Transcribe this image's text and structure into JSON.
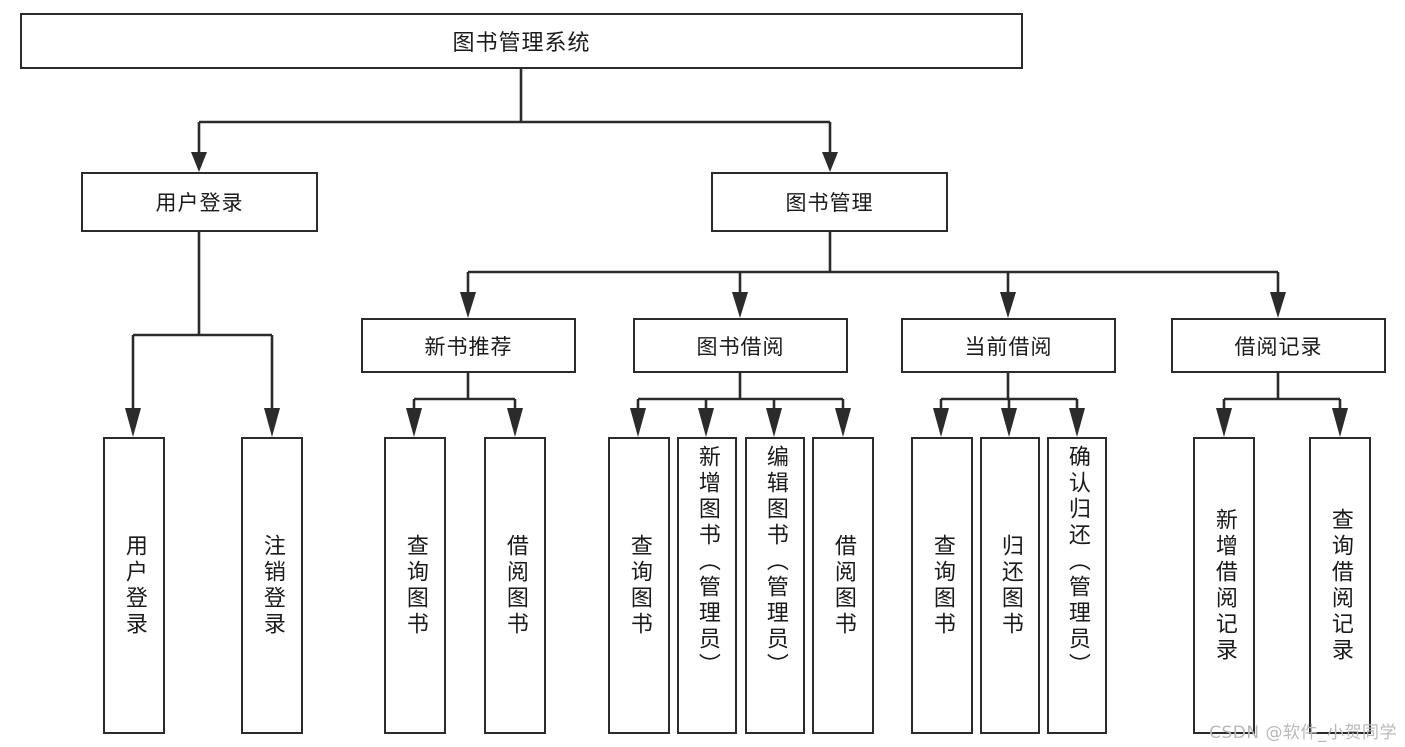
{
  "diagram": {
    "title": "图书管理系统",
    "type": "tree",
    "orientation": "top-down",
    "colors": {
      "stroke": "#2b2b2b",
      "box_fill": "#ffffff",
      "text": "#1a1a1a",
      "background": "#ffffff",
      "watermark": "#b9b9b9"
    }
  },
  "root": {
    "label": "图书管理系统"
  },
  "level1": [
    {
      "id": "user-login",
      "label": "用户登录"
    },
    {
      "id": "book-management",
      "label": "图书管理"
    }
  ],
  "level2": [
    {
      "id": "new-book-recommend",
      "label": "新书推荐",
      "parent": "book-management"
    },
    {
      "id": "book-borrow",
      "label": "图书借阅",
      "parent": "book-management"
    },
    {
      "id": "current-borrow",
      "label": "当前借阅",
      "parent": "book-management"
    },
    {
      "id": "borrow-record",
      "label": "借阅记录",
      "parent": "book-management"
    }
  ],
  "leaves": {
    "user_login": [
      {
        "id": "leaf-user-login",
        "label": "用户登录"
      },
      {
        "id": "leaf-user-logout",
        "label": "注销登录"
      }
    ],
    "new_book_recommend": [
      {
        "id": "leaf-query-book-1",
        "label": "查询图书"
      },
      {
        "id": "leaf-borrow-book-1",
        "label": "借阅图书"
      }
    ],
    "book_borrow": [
      {
        "id": "leaf-query-book-2",
        "label": "查询图书"
      },
      {
        "id": "leaf-add-book",
        "label": "新增图书（管理员）"
      },
      {
        "id": "leaf-edit-book",
        "label": "编辑图书（管理员）"
      },
      {
        "id": "leaf-borrow-book-2",
        "label": "借阅图书"
      }
    ],
    "current_borrow": [
      {
        "id": "leaf-query-book-3",
        "label": "查询图书"
      },
      {
        "id": "leaf-return-book",
        "label": "归还图书"
      },
      {
        "id": "leaf-confirm-return",
        "label": "确认归还（管理员）"
      }
    ],
    "borrow_record": [
      {
        "id": "leaf-add-record",
        "label": "新增借阅记录"
      },
      {
        "id": "leaf-query-record",
        "label": "查询借阅记录"
      }
    ]
  },
  "watermark": {
    "text": "CSDN @软件_小贺同学"
  }
}
